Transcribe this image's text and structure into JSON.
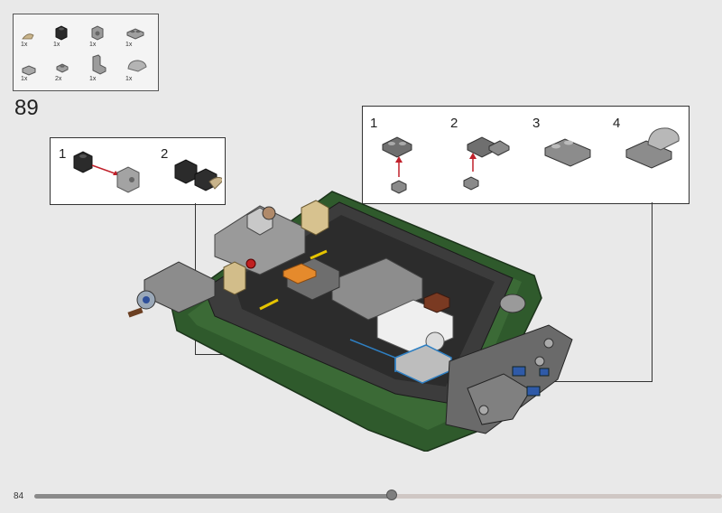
{
  "parts": [
    {
      "qty": "1x",
      "icon": "tan-clip-icon"
    },
    {
      "qty": "1x",
      "icon": "black-brick-1x1-icon"
    },
    {
      "qty": "1x",
      "icon": "gray-brick-modified-icon"
    },
    {
      "qty": "1x",
      "icon": "gray-plate-1x2-icon"
    },
    {
      "qty": "1x",
      "icon": "gray-tile-round-icon"
    },
    {
      "qty": "2x",
      "icon": "gray-plate-1x1-icon"
    },
    {
      "qty": "1x",
      "icon": "gray-bracket-icon"
    },
    {
      "qty": "1x",
      "icon": "gray-curved-tile-icon"
    }
  ],
  "step": {
    "number": "89"
  },
  "callout_left": {
    "sub_steps": [
      "1",
      "2"
    ]
  },
  "callout_right": {
    "sub_steps": [
      "1",
      "2",
      "3",
      "4"
    ]
  },
  "footer": {
    "page_number": "84",
    "progress": 0.52
  },
  "colors": {
    "background": "#e9e9e9",
    "model_green": "#2f5a2c",
    "progress_fill": "#8a8a8a",
    "progress_track": "#cfc7c4"
  }
}
